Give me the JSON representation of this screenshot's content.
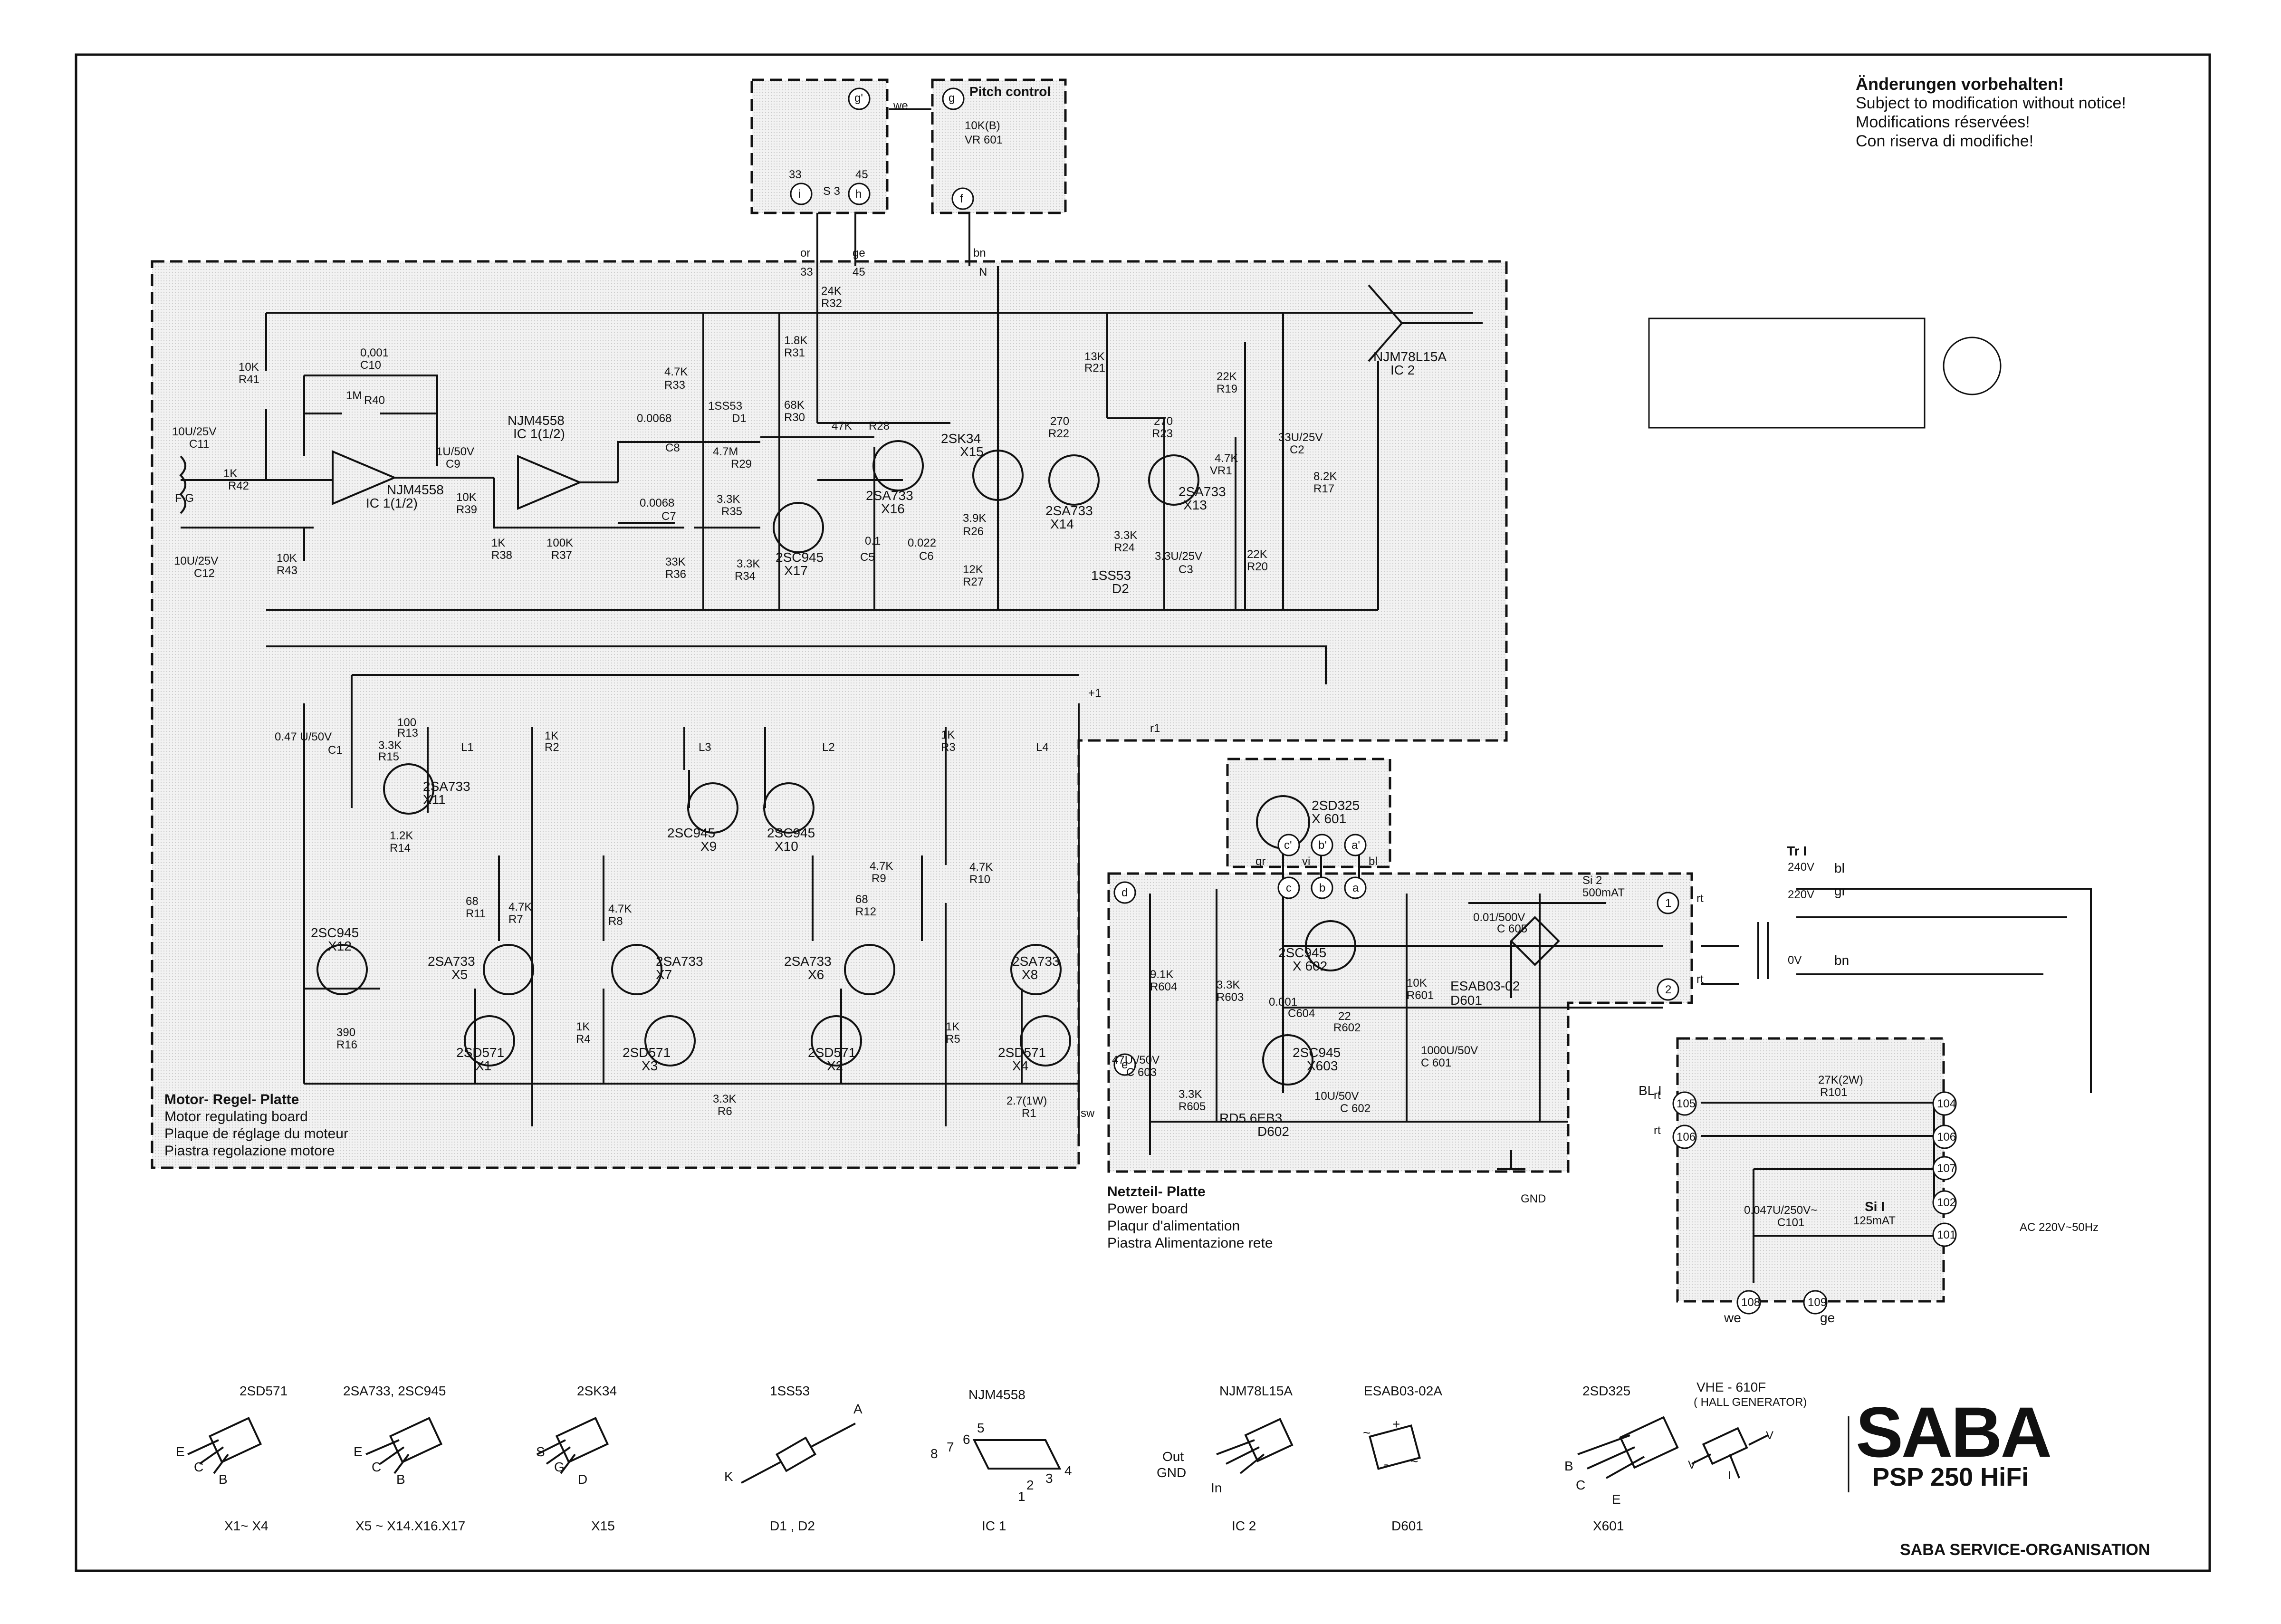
{
  "notice": [
    "Änderungen vorbehalten!",
    "Subject to modification without notice!",
    "Modifications réservées!",
    "Con riserva di modifiche!"
  ],
  "boards": {
    "motor": [
      "Motor- Regel- Platte",
      "Motor regulating board",
      "Plaque de réglage du moteur",
      "Piastra regolazione motore"
    ],
    "power": [
      "Netzteil- Platte",
      "Power board",
      "Plaqur d'alimentation",
      "Piastra Alimentazione rete"
    ],
    "pitch": "Pitch control"
  },
  "components": {
    "ic1a": "NJM4558",
    "ic1a_ref": "IC 1(1/2)",
    "ic1b": "NJM4558",
    "ic1b_ref": "IC 1(1/2)",
    "ic2": "NJM78L15A",
    "ic2_ref": "IC 2",
    "vr601": "10K(B)",
    "vr601_ref": "VR 601",
    "r40": "1M",
    "r40_ref": "R40",
    "c10": "0,001",
    "c10_ref": "C10",
    "r41": "10K",
    "r41_ref": "R41",
    "c11": "10U/25V",
    "c11_ref": "C11",
    "r42": "1K",
    "r42_ref": "R42",
    "c12": "10U/25V",
    "c12_ref": "C12",
    "r43": "10K",
    "r43_ref": "R43",
    "c9": "1U/50V",
    "c9_ref": "C9",
    "r39": "10K",
    "r39_ref": "R39",
    "r38": "1K",
    "r38_ref": "R38",
    "r37": "100K",
    "r37_ref": "R37",
    "c8": "0.0068",
    "c8_ref": "C8",
    "c7": "0.0068",
    "c7_ref": "C7",
    "r33": "4.7K",
    "r33_ref": "R33",
    "d1": "1SS53",
    "d1_ref": "D1",
    "r29": "4.7M",
    "r29_ref": "R29",
    "r35": "3.3K",
    "r35_ref": "R35",
    "r36": "33K",
    "r36_ref": "R36",
    "r34": "3.3K",
    "r34_ref": "R34",
    "x17": "2SC945",
    "x17_ref": "X17",
    "r32": "24K",
    "r32_ref": "R32",
    "r31": "1.8K",
    "r31_ref": "R31",
    "r30": "68K",
    "r30_ref": "R30",
    "r28": "47K",
    "r28_ref": "R28",
    "x16": "2SA733",
    "x16_ref": "X16",
    "c5": "0.1",
    "c5_ref": "C5",
    "c6": "0.022",
    "c6_ref": "C6",
    "x15": "2SK34",
    "x15_ref": "X15",
    "r26": "3.9K",
    "r26_ref": "R26",
    "r27": "12K",
    "r27_ref": "R27",
    "x14": "2SA733",
    "x14_ref": "X14",
    "r22": "270",
    "r22_ref": "R22",
    "r21": "13K",
    "r21_ref": "R21",
    "r23": "270",
    "r23_ref": "R23",
    "x13": "2SA733",
    "x13_ref": "X13",
    "r24": "3.3K",
    "r24_ref": "R24",
    "c3": "3.3U/25V",
    "c3_ref": "C3",
    "d2": "1SS53",
    "d2_ref": "D2",
    "r19": "22K",
    "r19_ref": "R19",
    "vr1": "4.7K",
    "vr1_ref": "VR1",
    "c2": "33U/25V",
    "c2_ref": "C2",
    "r17": "8.2K",
    "r17_ref": "R17",
    "r20": "22K",
    "r20_ref": "R20",
    "c1": "0.47 U/50V",
    "c1_ref": "C1",
    "r13": "100",
    "r13_ref": "R13",
    "r15": "3.3K",
    "r15_ref": "R15",
    "l1": "L1",
    "l2": "L2",
    "l3": "L3",
    "l4": "L4",
    "x11": "2SA733",
    "x11_ref": "X11",
    "r14": "1.2K",
    "r14_ref": "R14",
    "r2": "1K",
    "r2_ref": "R2",
    "r3": "1K",
    "r3_ref": "R3",
    "x9": "2SC945",
    "x9_ref": "X9",
    "x10": "2SC945",
    "x10_ref": "X10",
    "r9": "4.7K",
    "r9_ref": "R9",
    "r10": "4.7K",
    "r10_ref": "R10",
    "x12": "2SC945",
    "x12_ref": "X12",
    "r11": "68",
    "r11_ref": "R11",
    "r7": "4.7K",
    "r7_ref": "R7",
    "r8": "4.7K",
    "r8_ref": "R8",
    "r12": "68",
    "r12_ref": "R12",
    "x5": "2SA733",
    "x5_ref": "X5",
    "x7": "2SA733",
    "x7_ref": "X7",
    "x6": "2SA733",
    "x6_ref": "X6",
    "x8": "2SA733",
    "x8_ref": "X8",
    "r16": "390",
    "r16_ref": "R16",
    "r4": "1K",
    "r4_ref": "R4",
    "r5": "1K",
    "r5_ref": "R5",
    "x1": "2SD571",
    "x1_ref": "X1",
    "x3": "2SD571",
    "x3_ref": "X3",
    "x2": "2SD571",
    "x2_ref": "X2",
    "x4": "2SD571",
    "x4_ref": "X4",
    "r6": "3.3K",
    "r6_ref": "R6",
    "r1": "2.7(1W)",
    "r1_ref": "R1",
    "x601": "2SD325",
    "x601_ref": "X 601",
    "si2": "Si 2",
    "si2_val": "500mAT",
    "c605": "0.01/500V",
    "c605_ref": "C 605",
    "d601": "ESAB03-02",
    "d601_ref": "D601",
    "x602": "2SC945",
    "x602_ref": "X 602",
    "r604": "9.1K",
    "r604_ref": "R604",
    "r603": "3.3K",
    "r603_ref": "R603",
    "c604": "0.001",
    "c604_ref": "C604",
    "r602": "22",
    "r602_ref": "R602",
    "r601": "10K",
    "r601_ref": "R601",
    "c603": "47U /50V",
    "c603_ref": "C 603",
    "r605": "3.3K",
    "r605_ref": "R605",
    "x603": "2SC945",
    "x603_ref": "X603",
    "d602": "RD5.6EB3",
    "d602_ref": "D602",
    "c602": "10U/50V",
    "c602_ref": "C 602",
    "c601": "1000U/50V",
    "c601_ref": "C 601",
    "tr1": "Tr I",
    "r101": "27K(2W)",
    "r101_ref": "R101",
    "c101": "0.047U/250V~",
    "c101_ref": "C101",
    "si1": "Si I",
    "si1_val": "125mAT",
    "bl1": "BL I",
    "s3": "S 3",
    "f_g": "F G"
  },
  "pins": {
    "g_prime": "g'",
    "g": "g",
    "i": "i",
    "h": "h",
    "f": "f",
    "d": "d",
    "e": "e",
    "a": "a",
    "b": "b",
    "c": "c",
    "a_prime": "a'",
    "b_prime": "b'",
    "c_prime": "c'",
    "one": "1",
    "two": "2",
    "p105": "105",
    "p106": "106",
    "p104": "104",
    "p107": "107",
    "p102": "102",
    "p101": "101",
    "p108": "108",
    "p109": "109",
    "speed33": "33",
    "speed45": "45"
  },
  "wires": {
    "we": "we",
    "or": "or",
    "ge": "ge",
    "bn": "bn",
    "n": "N",
    "n33": "33",
    "n45": "45",
    "sw": "sw",
    "rt": "rt",
    "gr": "gr",
    "vi": "vi",
    "bl": "bl",
    "plus1": "+1",
    "r1n": "r1",
    "gnd": "GND",
    "v240": "240V",
    "v220": "220V",
    "v0": "0V",
    "bl_t": "bl",
    "gr_t": "gr",
    "bn_t": "bn",
    "mains": "AC 220V~50Hz"
  },
  "legend": [
    {
      "part": "2SD571",
      "pins": [
        "E",
        "C",
        "B"
      ],
      "use": "X1~ X4"
    },
    {
      "part": "2SA733, 2SC945",
      "pins": [
        "E",
        "C",
        "B"
      ],
      "use": "X5 ~ X14.X16.X17"
    },
    {
      "part": "2SK34",
      "pins": [
        "S",
        "G",
        "D"
      ],
      "use": "X15"
    },
    {
      "part": "1SS53",
      "pins": [
        "K",
        "A"
      ],
      "use": "D1 , D2"
    },
    {
      "part": "NJM4558",
      "pins": [
        "8",
        "7",
        "6",
        "5",
        "1",
        "2",
        "3",
        "4"
      ],
      "use": "IC 1"
    },
    {
      "part": "NJM78L15A",
      "pins": [
        "Out",
        "GND",
        "In"
      ],
      "use": "IC 2"
    },
    {
      "part": "ESAB03-02A",
      "pins": [
        "+",
        "~",
        "~",
        "-"
      ],
      "use": "D601"
    },
    {
      "part": "2SD325",
      "pins": [
        "B",
        "C",
        "E"
      ],
      "use": "X601"
    },
    {
      "part": "VHE - 610F",
      "sub": "( HALL GENERATOR)",
      "pins": [
        "V",
        "I",
        "V"
      ],
      "use": ""
    }
  ],
  "brand": "SABA",
  "model": "PSP 250  HiFi",
  "service": "SABA SERVICE-ORGANISATION"
}
